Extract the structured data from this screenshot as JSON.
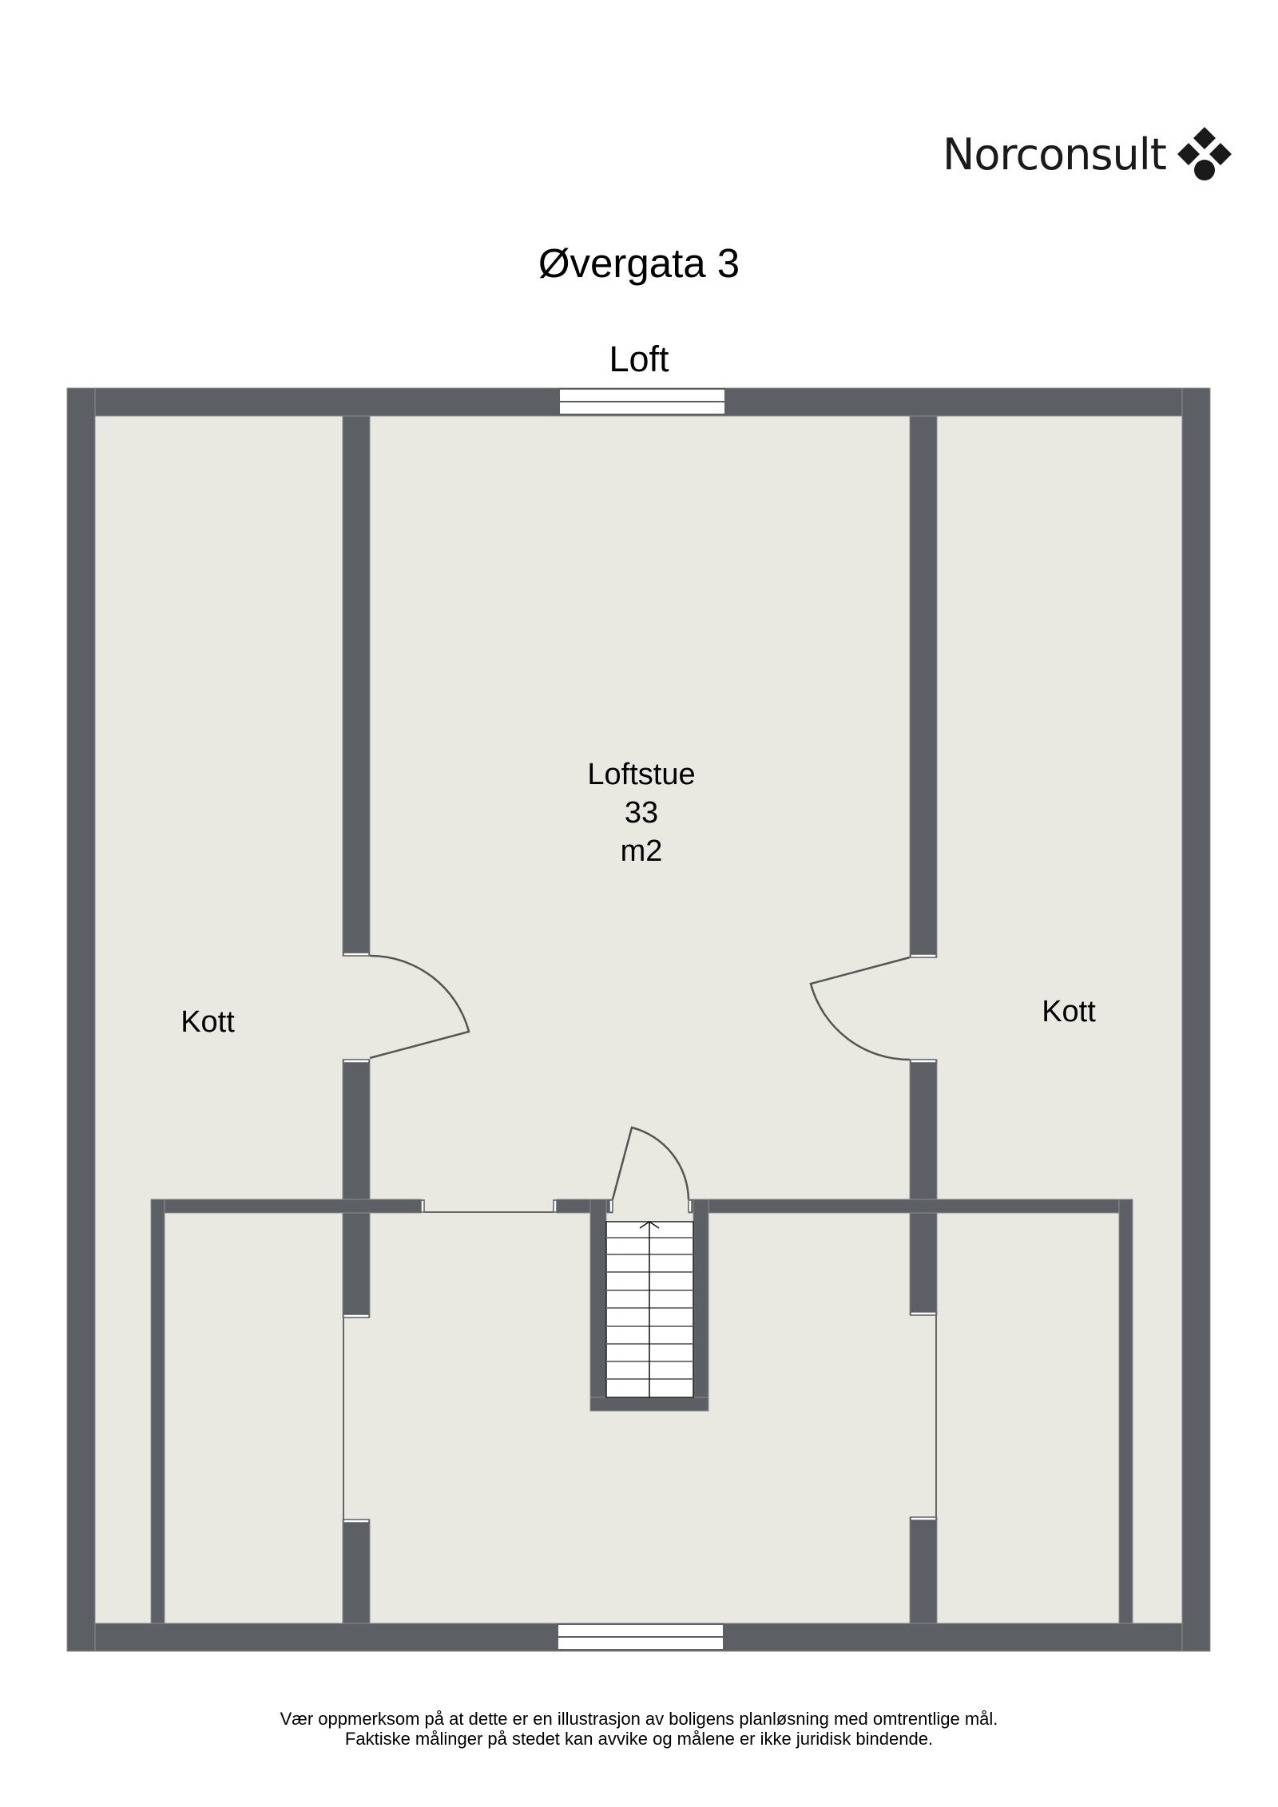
{
  "brand": {
    "name": "Norconsult",
    "logo_icon": "norconsult-diamonds-icon"
  },
  "document": {
    "title": "Øvergata 3",
    "floor": "Loft"
  },
  "rooms": [
    {
      "id": "loftstue",
      "name": "Loftstue",
      "area": "33",
      "unit": "m2"
    },
    {
      "id": "kott-left",
      "name": "Kott"
    },
    {
      "id": "kott-right",
      "name": "Kott"
    }
  ],
  "colors": {
    "wall": "#5c5f64",
    "floor": "#e9e9e2",
    "window": "#ffffff",
    "line": "#555555"
  },
  "disclaimer": {
    "line1": "Vær oppmerksom på at dette er en illustrasjon av boligens planløsning med omtrentlige mål.",
    "line2": "Faktiske målinger på stedet kan avvike og målene er ikke juridisk bindende."
  }
}
